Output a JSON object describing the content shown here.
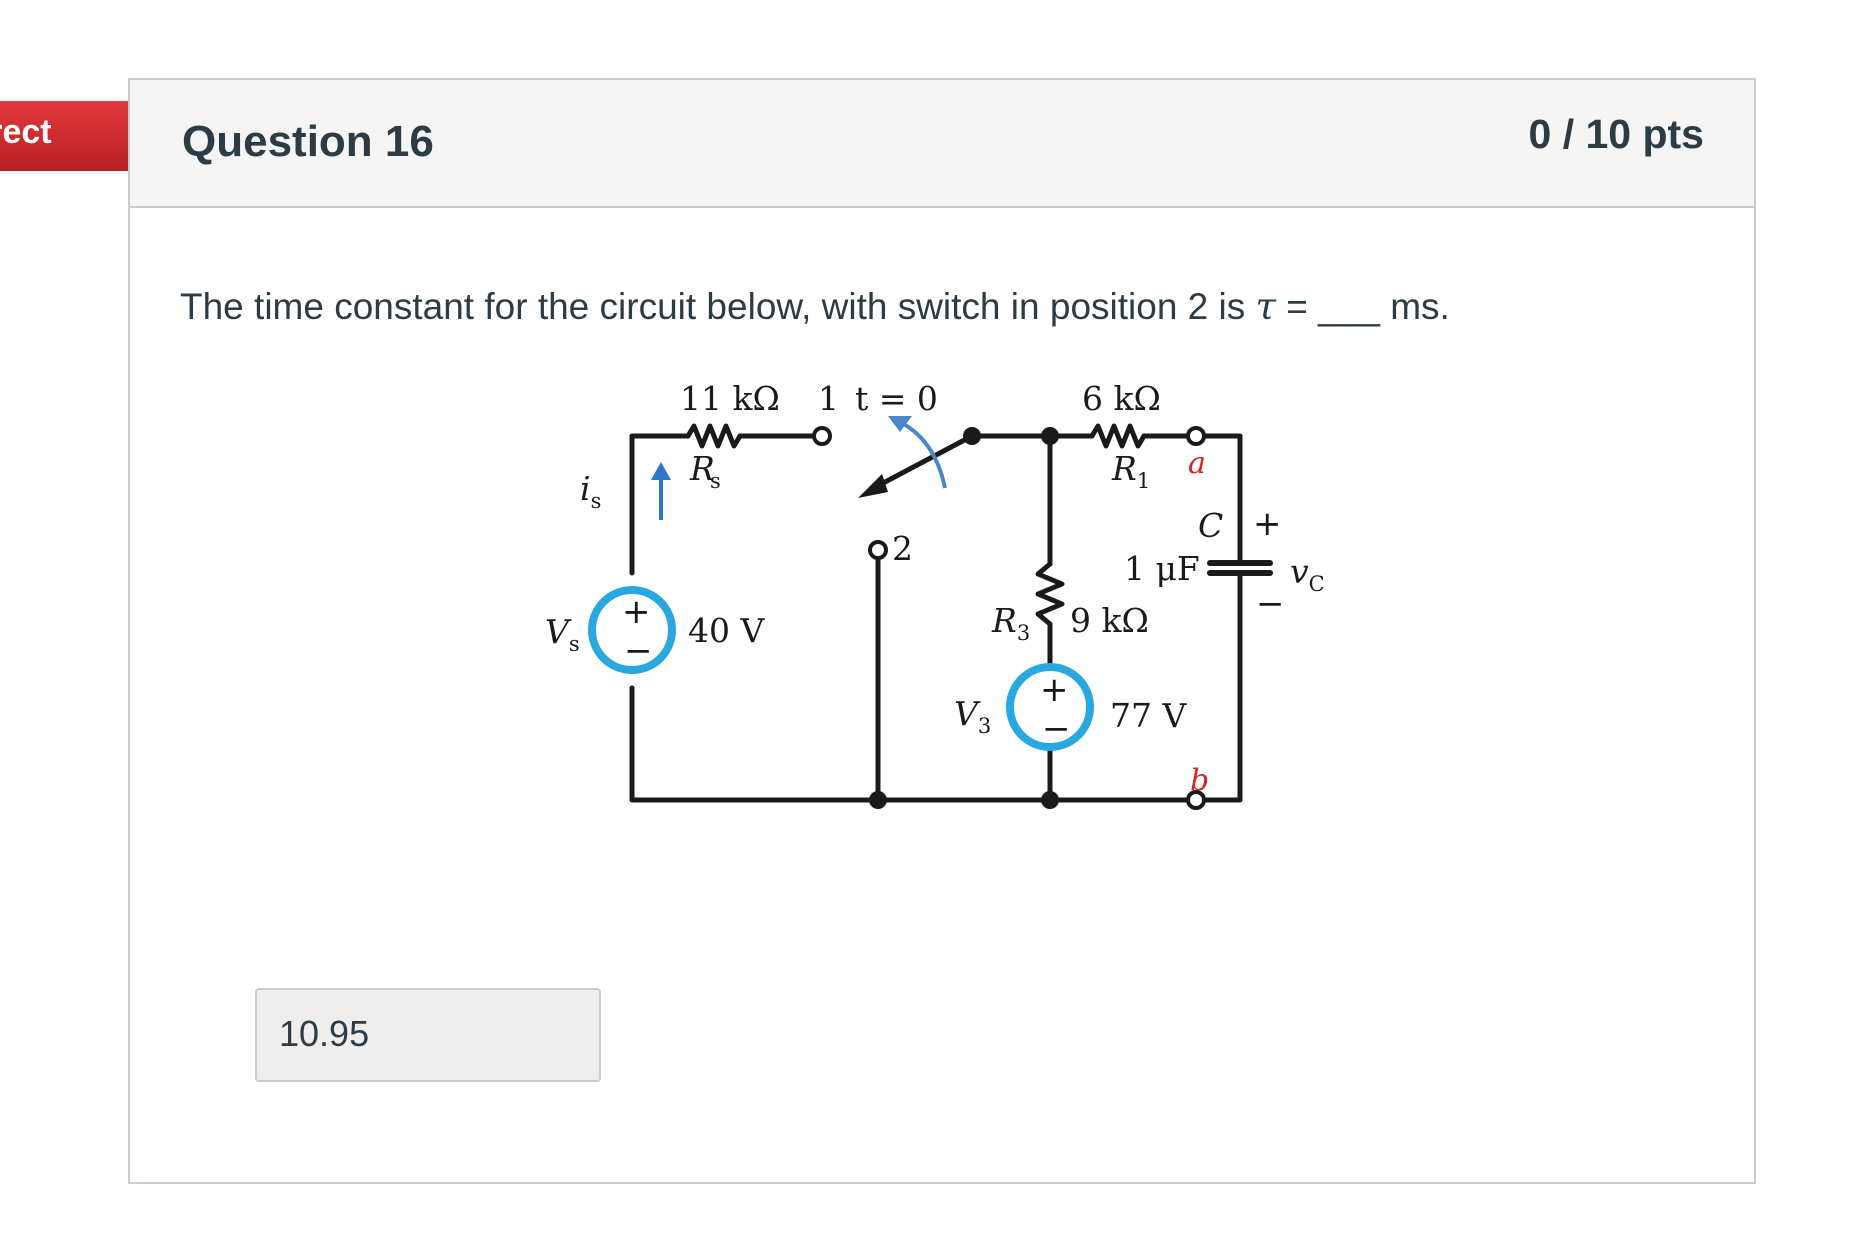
{
  "badge": {
    "label": "rrect",
    "color": "#d0272b"
  },
  "question": {
    "title": "Question 16",
    "points": "0 / 10 pts",
    "text_before": "The time constant for the circuit below, with switch in position 2 is ",
    "tau_symbol": "τ",
    "text_after": " = ___ ms."
  },
  "circuit": {
    "rs_value": "11 kΩ",
    "rs_label": "Rs",
    "rs_sub": "s",
    "switch_pos1": "1",
    "switch_time": "t = 0",
    "switch_pos2": "2",
    "r1_value": "6 kΩ",
    "r1_label": "R",
    "r1_sub": "1",
    "node_a": "a",
    "node_b": "b",
    "is_label": "i",
    "is_sub": "s",
    "vs_label": "V",
    "vs_sub": "s",
    "vs_value": "40 V",
    "c_label": "C",
    "c_value": "1 μF",
    "vc_label": "v",
    "vc_sub": "C",
    "r3_label": "R",
    "r3_sub": "3",
    "r3_value": "9 kΩ",
    "v3_label": "V",
    "v3_sub": "3",
    "v3_value": "77 V",
    "plus": "+",
    "minus": "−",
    "accent_color": "#29a8e0",
    "node_label_color": "#d0272b"
  },
  "answer": {
    "value": "10.95"
  }
}
